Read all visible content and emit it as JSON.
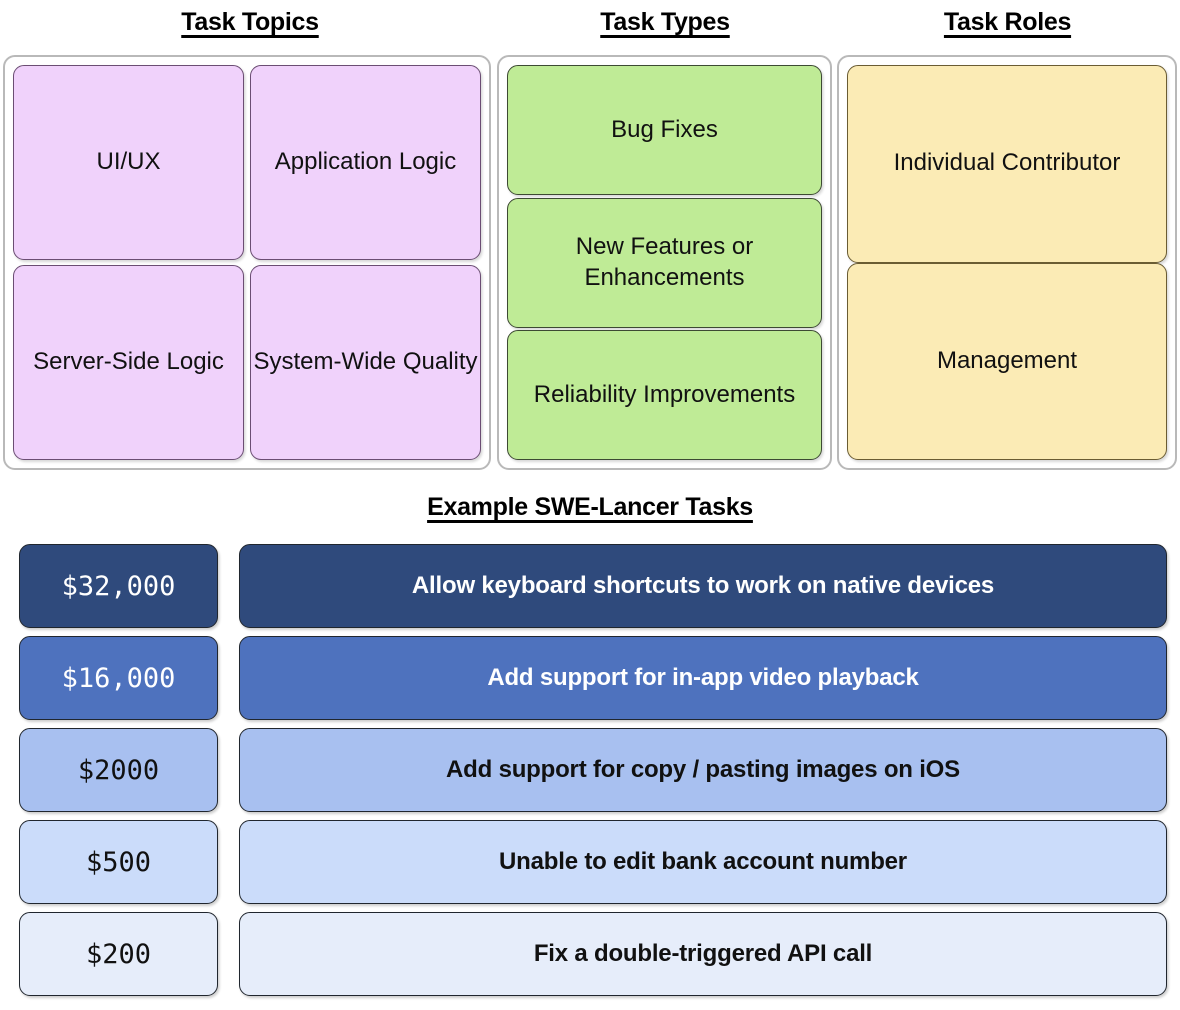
{
  "columns": [
    {
      "title": "Task Topics",
      "accent": "#f0d2fb",
      "items": [
        {
          "label": "UI/UX"
        },
        {
          "label": "Application Logic"
        },
        {
          "label": "Server-Side Logic"
        },
        {
          "label": "System-Wide Quality"
        }
      ]
    },
    {
      "title": "Task Types",
      "accent": "#bfeb96",
      "items": [
        {
          "label": "Bug Fixes"
        },
        {
          "label": "New Features or Enhancements"
        },
        {
          "label": "Reliability Improvements"
        }
      ]
    },
    {
      "title": "Task Roles",
      "accent": "#fbebb5",
      "items": [
        {
          "label": "Individual Contributor"
        },
        {
          "label": "Management"
        }
      ]
    }
  ],
  "examples": {
    "title": "Example SWE-Lancer Tasks",
    "rows": [
      {
        "price": "$32,000",
        "description": "Allow keyboard shortcuts to work on native devices",
        "bg": "#2f4a7c",
        "text": "#ffffff"
      },
      {
        "price": "$16,000",
        "description": "Add support for in-app video playback",
        "bg": "#4e72be",
        "text": "#ffffff"
      },
      {
        "price": "$2000",
        "description": "Add support for copy / pasting images on iOS",
        "bg": "#a8c0f0",
        "text": "#111111"
      },
      {
        "price": "$500",
        "description": "Unable to edit bank account number",
        "bg": "#cbdcfa",
        "text": "#111111"
      },
      {
        "price": "$200",
        "description": "Fix a double-triggered API call",
        "bg": "#e6edfa",
        "text": "#111111"
      }
    ]
  }
}
